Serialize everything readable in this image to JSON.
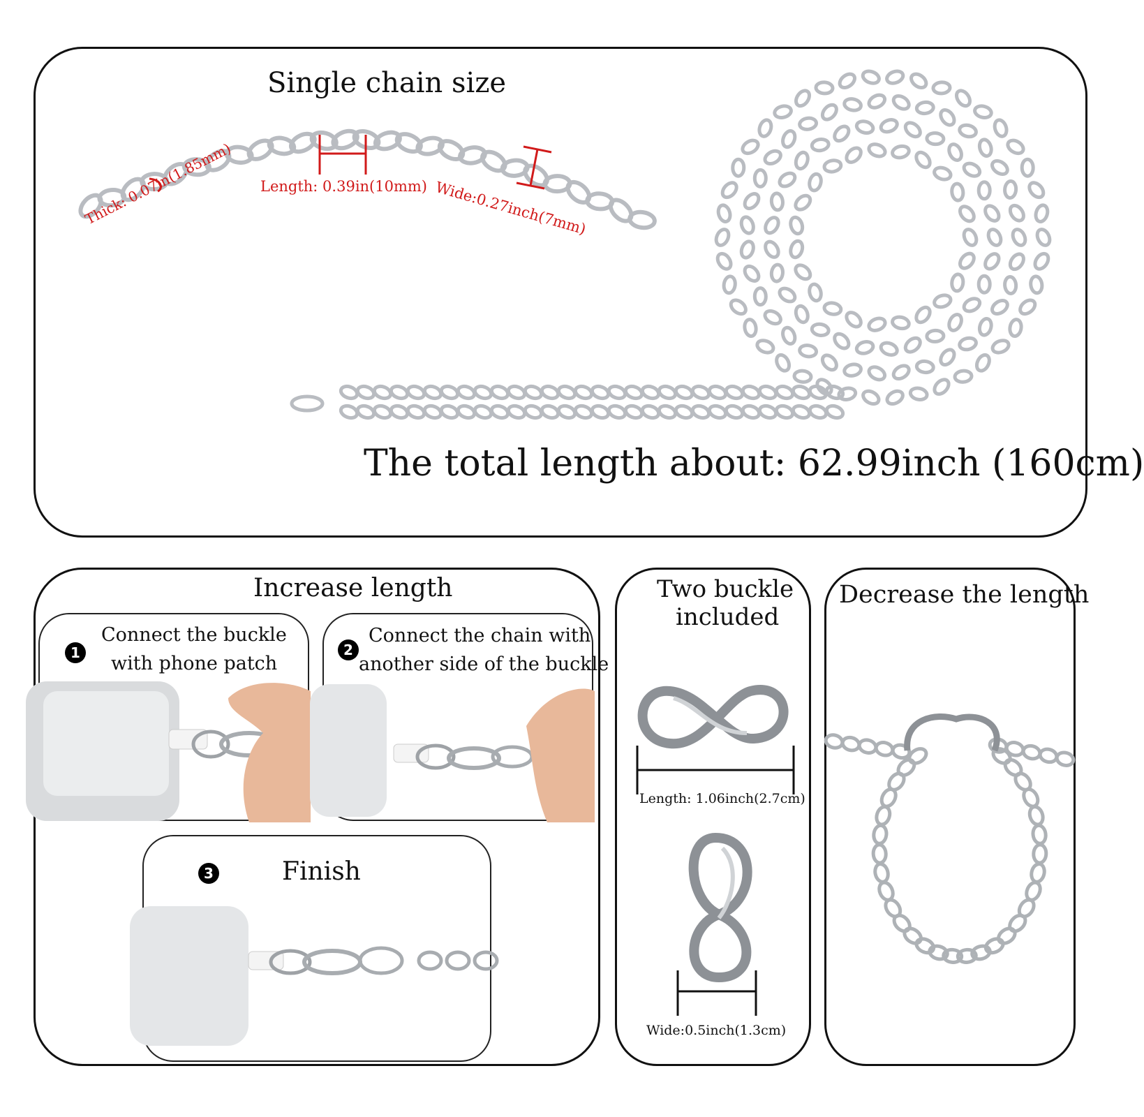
{
  "top_panel": {
    "title": "Single chain size",
    "thick_label": "Thick: 0.07in(1.85mm)",
    "length_label": "Length: 0.39in(10mm)",
    "wide_label": "Wide:0.27inch(7mm)",
    "total_length": "The total length about: 62.99inch (160cm)"
  },
  "increase_panel": {
    "title": "Increase length",
    "steps": [
      {
        "num": "1",
        "text_line1": "Connect the buckle",
        "text_line2": "with phone patch"
      },
      {
        "num": "2",
        "text_line1": "Connect the chain with",
        "text_line2": "another side of the buckle"
      },
      {
        "num": "3",
        "text_line1": "Finish"
      }
    ]
  },
  "buckle_panel": {
    "title_line1": "Two buckle",
    "title_line2": "included",
    "length_label": "Length: 1.06inch(2.7cm)",
    "wide_label": "Wide:0.5inch(1.3cm)"
  },
  "decrease_panel": {
    "title": "Decrease the length"
  },
  "colors": {
    "accent": "#d11a1a",
    "chain": "#b9bcc1",
    "outline": "#111111"
  }
}
